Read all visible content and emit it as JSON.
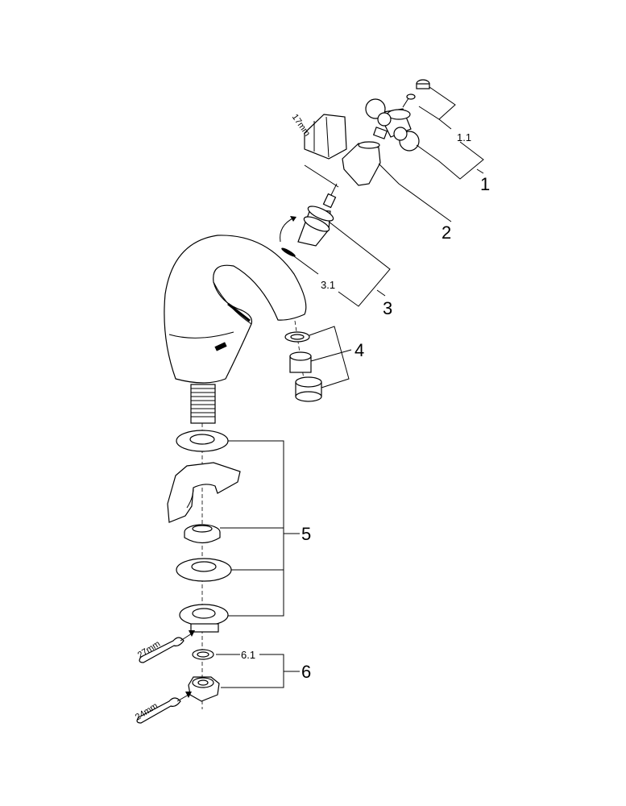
{
  "diagram": {
    "type": "exploded-parts-view",
    "subject": "single-hole basin faucet",
    "colors": {
      "line": "#000000",
      "background": "#ffffff"
    },
    "callouts": [
      {
        "id": "1",
        "label": "1"
      },
      {
        "id": "1.1",
        "label": "1.1"
      },
      {
        "id": "2",
        "label": "2"
      },
      {
        "id": "3",
        "label": "3"
      },
      {
        "id": "3.1",
        "label": "3.1"
      },
      {
        "id": "4",
        "label": "4"
      },
      {
        "id": "5",
        "label": "5"
      },
      {
        "id": "6",
        "label": "6"
      },
      {
        "id": "6.1",
        "label": "6.1"
      }
    ],
    "tool_sizes": {
      "wrench_top": "17mm",
      "wrench_mid": "27mm",
      "wrench_bottom": "24mm"
    },
    "parts": [
      "cross-handle",
      "index-button",
      "screw",
      "handle-cap",
      "headpart-cartridge",
      "o-ring",
      "spout-body",
      "aerator-washer",
      "aerator-insert",
      "aerator-housing",
      "top-washer",
      "basin-cutaway",
      "rubber-ring",
      "metal-washer",
      "fixing-nut",
      "sealing-washer",
      "union-nut"
    ]
  }
}
